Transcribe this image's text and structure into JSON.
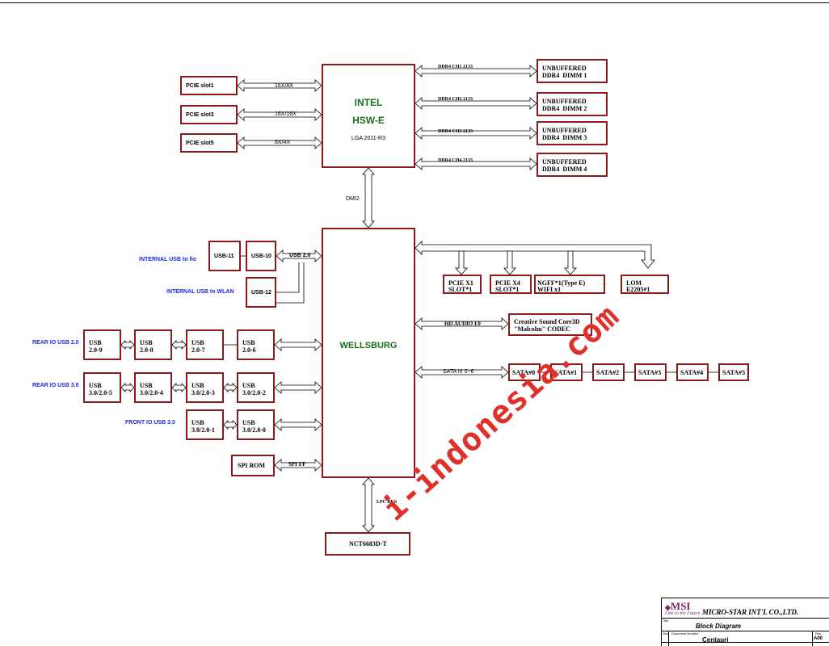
{
  "cpu": {
    "name": "INTEL",
    "model": "HSW-E",
    "socket": "LGA 2011-R3"
  },
  "pcie_slots": [
    {
      "label": "PCIE slot1",
      "link": "16X/8X"
    },
    {
      "label": "PCIE slot3",
      "link": "16X/16X"
    },
    {
      "label": "PCIE slot5",
      "link": "8X/4X"
    }
  ],
  "ddr": [
    {
      "channel": "DDR4 CH1 2133",
      "line1": "UNBUFFERED",
      "line2": "DDR4  DIMM 1"
    },
    {
      "channel": "DDR4 CH2 2133",
      "line1": "UNBUFFERED",
      "line2": "DDR4  DIMM 2"
    },
    {
      "channel": "DDR4 CH3 2133",
      "line1": "UNBUFFERED",
      "line2": "DDR4  DIMM 3"
    },
    {
      "channel": "DDR4 CH4 2133",
      "line1": "UNBUFFERED",
      "line2": "DDR4  DIMM 4"
    }
  ],
  "dmi_label": "DMI2",
  "pch": {
    "name": "WELLSBURG"
  },
  "internal_usb": {
    "fio_label": "INTERNAL USB to fio",
    "wlan_label": "INTERNAL USB to WLAN",
    "usb11": "USB-11",
    "usb10": "USB-10",
    "usb12": "USB-12",
    "bus": "USB 2.0"
  },
  "pcie_out": [
    {
      "line1": "PCIE X1",
      "line2": "SLOT*1"
    },
    {
      "line1": "PCIE X4",
      "line2": "SLOT*1"
    },
    {
      "line1": "NGFF*1(Type E)",
      "line2": "WIFI x1"
    },
    {
      "line1": "LOM",
      "line2": "E2205#1"
    }
  ],
  "audio": {
    "bus": "HD AUDIO I/F",
    "line1": "Creative Sound Core3D",
    "line2": "\"Malcolm\" CODEC"
  },
  "sata": {
    "bus": "SATA III 0~6",
    "ports": [
      "SATA#0",
      "SATA#1",
      "SATA#2",
      "SATA#3",
      "SATA#4",
      "SATA#5"
    ]
  },
  "rear_usb20": {
    "label": "REAR IO USB 2.0",
    "ports": [
      [
        "USB",
        "2.0-9"
      ],
      [
        "USB",
        "2.0-8"
      ],
      [
        "USB",
        "2.0-7"
      ],
      [
        "USB",
        "2.0-6"
      ]
    ]
  },
  "rear_usb30": {
    "label": "REAR IO USB 3.0",
    "ports": [
      [
        "USB",
        "3.0/2.0-5"
      ],
      [
        "USB",
        "3.0/2.0-4"
      ],
      [
        "USB",
        "3.0/2.0-3"
      ],
      [
        "USB",
        "3.0/2.0-2"
      ]
    ]
  },
  "front_usb30": {
    "label": "FRONT IO USB 3.0",
    "ports": [
      [
        "USB",
        "3.0/2.0-1"
      ],
      [
        "USB",
        "3.0/2.0-0"
      ]
    ]
  },
  "spi": {
    "rom": "SPI ROM",
    "bus": "SPI I/F"
  },
  "lpc": {
    "bus": "LPC  BUS",
    "chip": "NCT6683D-T"
  },
  "watermark": "i-indonesia.com",
  "title_block": {
    "logo": "MSI",
    "tagline": "Link to the Future",
    "company": "MICRO-STAR INT'L CO.,LTD.",
    "title_label": "Title",
    "title": "Block Diagram",
    "size_label": "Size",
    "doc_label": "Document Number",
    "doc": "Centauri",
    "rev_label": "Rev",
    "rev": "A00"
  },
  "colors": {
    "box_border": "#8b1a1a",
    "blue_text": "#1a2ae0",
    "green_text": "#1a6e1a",
    "watermark": "#e0302a"
  }
}
